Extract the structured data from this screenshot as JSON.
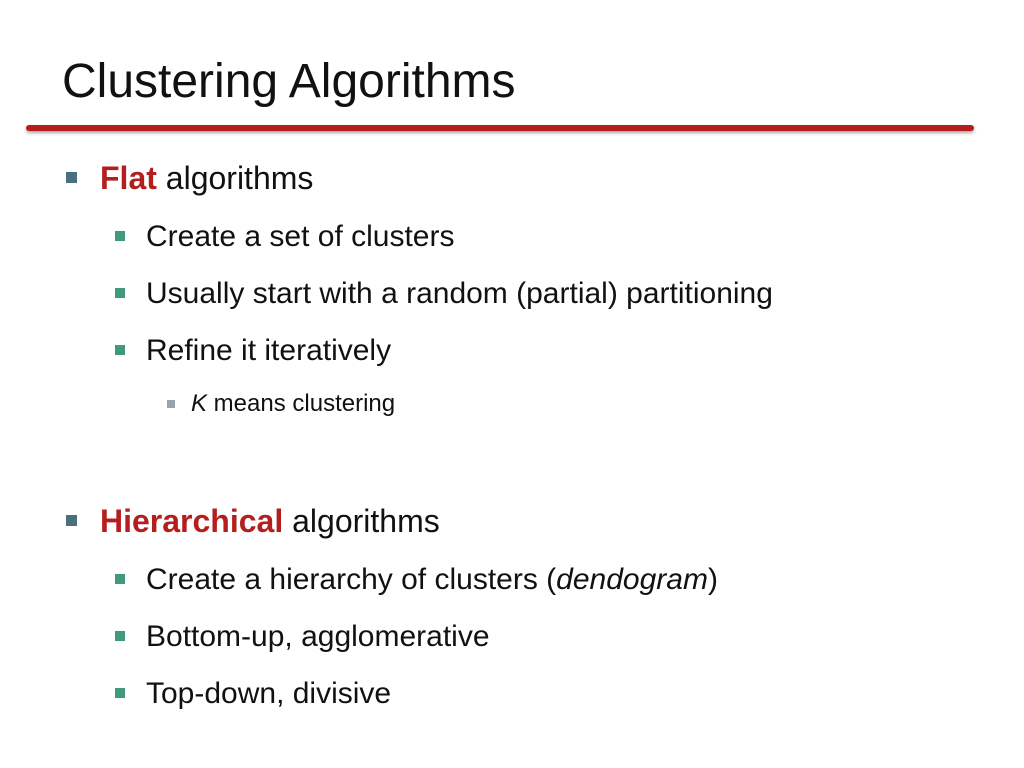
{
  "slide": {
    "title": "Clustering Algorithms",
    "accent_color": "#b51e1e",
    "bullet_colors": {
      "level1": "#4a7080",
      "level2": "#3e9a7a",
      "level3": "#9aa2b0"
    },
    "flat": {
      "keyword": "Flat",
      "rest": " algorithms",
      "items": [
        "Create a set of clusters",
        "Usually start with a random (partial) partitioning",
        "Refine it iteratively"
      ],
      "sub": {
        "italic": "K",
        "rest": " means clustering"
      }
    },
    "hierarchical": {
      "keyword": "Hierarchical",
      "rest": " algorithms",
      "item1_pre": "Create a hierarchy of clusters (",
      "item1_italic": "dendogram",
      "item1_post": ")",
      "items": [
        "Bottom-up, agglomerative",
        "Top-down, divisive"
      ]
    }
  }
}
